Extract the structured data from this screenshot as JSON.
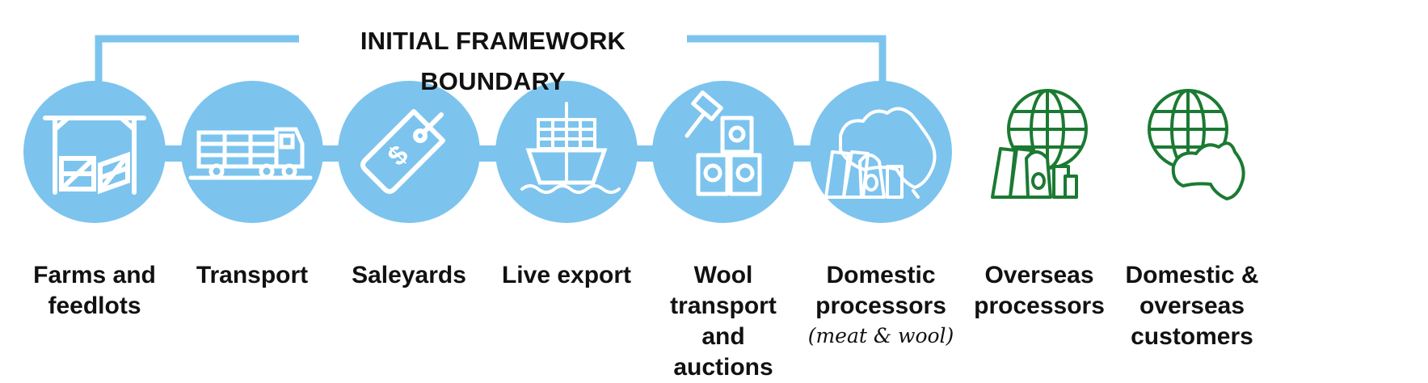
{
  "boundary": {
    "title": "INITIAL FRAMEWORK BOUNDARY"
  },
  "stages": [
    {
      "label": "Farms and feedlots",
      "icon": "farm-gate-icon",
      "in_boundary": true
    },
    {
      "label": "Transport",
      "icon": "truck-icon",
      "in_boundary": true
    },
    {
      "label": "Saleyards",
      "icon": "price-tag-icon",
      "in_boundary": true
    },
    {
      "label": "Live export",
      "icon": "ship-icon",
      "in_boundary": true
    },
    {
      "label": "Wool transport and auctions",
      "icon": "auction-gavel-wool-bales-icon",
      "in_boundary": true
    },
    {
      "label": "Domestic processors",
      "sublabel": "(meat & wool)",
      "icon": "australia-meat-wool-icon",
      "in_boundary": true
    },
    {
      "label": "Overseas processors",
      "icon": "globe-meat-icon",
      "in_boundary": false
    },
    {
      "label": "Domestic & overseas customers",
      "icon": "globe-australia-icon",
      "in_boundary": false
    }
  ],
  "colors": {
    "boundary": "#7cc4ee",
    "circle": "#7cc4ee",
    "icon_inside": "#ffffff",
    "icon_outside": "#1b7a32",
    "text": "#111111"
  }
}
